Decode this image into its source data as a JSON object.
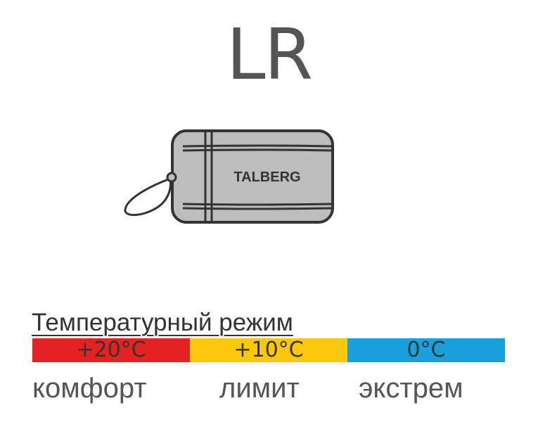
{
  "product": {
    "model_code": "LR",
    "brand_label": "TALBERG"
  },
  "temperature": {
    "title": "Температурный режим",
    "ranges": [
      {
        "value": "+20°C",
        "name": "комфорт",
        "color": "#e52222"
      },
      {
        "value": "+10°C",
        "name": "лимит",
        "color": "#fdc80b"
      },
      {
        "value": "0°C",
        "name": "экстрем",
        "color": "#1aa0dd"
      }
    ]
  },
  "icons": {
    "bag": "sleeping-bag-icon"
  }
}
